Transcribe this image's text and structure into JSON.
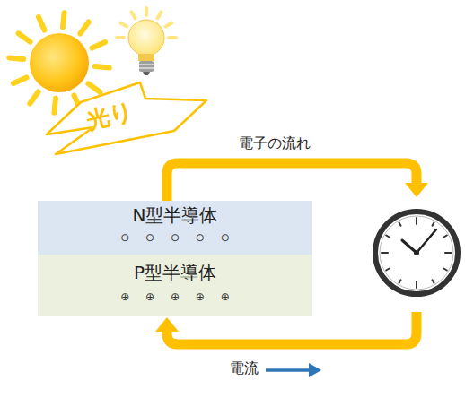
{
  "diagram": {
    "nodes": [
      {
        "text": [
          "光り"
        ]
      },
      {
        "text": [
          "N型半導体",
          "⊖ ⊖ ⊖ ⊖ ⊖"
        ]
      },
      {
        "text": [
          "P型半導体",
          "⊕ ⊕ ⊕ ⊕ ⊕"
        ]
      }
    ],
    "labels": [
      "電子の流れ",
      "電流"
    ]
  }
}
